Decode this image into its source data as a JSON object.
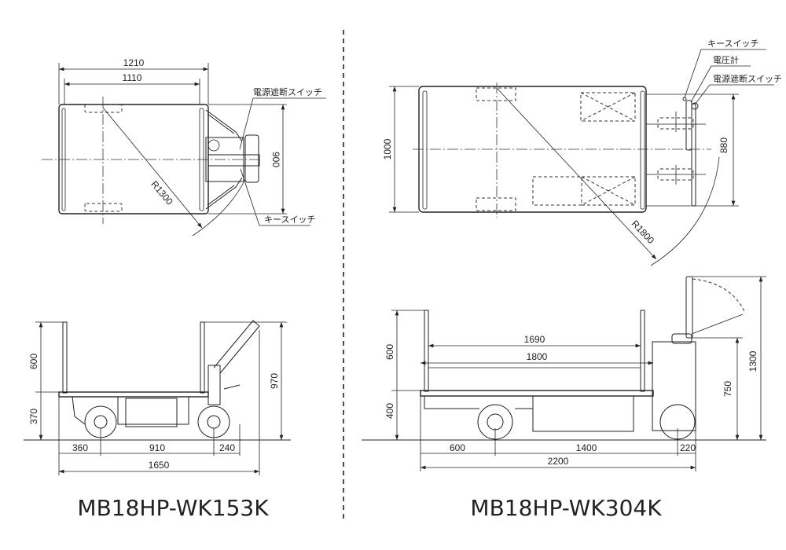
{
  "divider": "dashed",
  "models": [
    {
      "title": "MB18HP-WK153K",
      "top_view": {
        "overall_length": "1210",
        "deck_length": "1110",
        "width": "900",
        "turning_radius": "R1300",
        "labels": {
          "power_cutoff_switch": "電源遮断スイッチ",
          "key_switch": "キースイッチ"
        }
      },
      "side_view": {
        "fence_height": "600",
        "deck_height": "370",
        "overall_height": "970",
        "front_overhang": "360",
        "wheelbase": "910",
        "rear_overhang": "240",
        "overall_length": "1650"
      }
    },
    {
      "title": "MB18HP-WK304K",
      "top_view": {
        "width": "1000",
        "tread": "880",
        "turning_radius": "R1800",
        "labels": {
          "key_switch": "キースイッチ",
          "voltmeter": "電圧計",
          "power_cutoff_switch": "電源遮断スイッチ"
        }
      },
      "side_view": {
        "inner_length": "1690",
        "deck_length": "1800",
        "fence_height": "600",
        "deck_height": "400",
        "handle_height": "750",
        "overall_height": "1300",
        "front_overhang": "600",
        "wheelbase": "1400",
        "rear_overhang": "220",
        "overall_length": "2200"
      }
    }
  ]
}
